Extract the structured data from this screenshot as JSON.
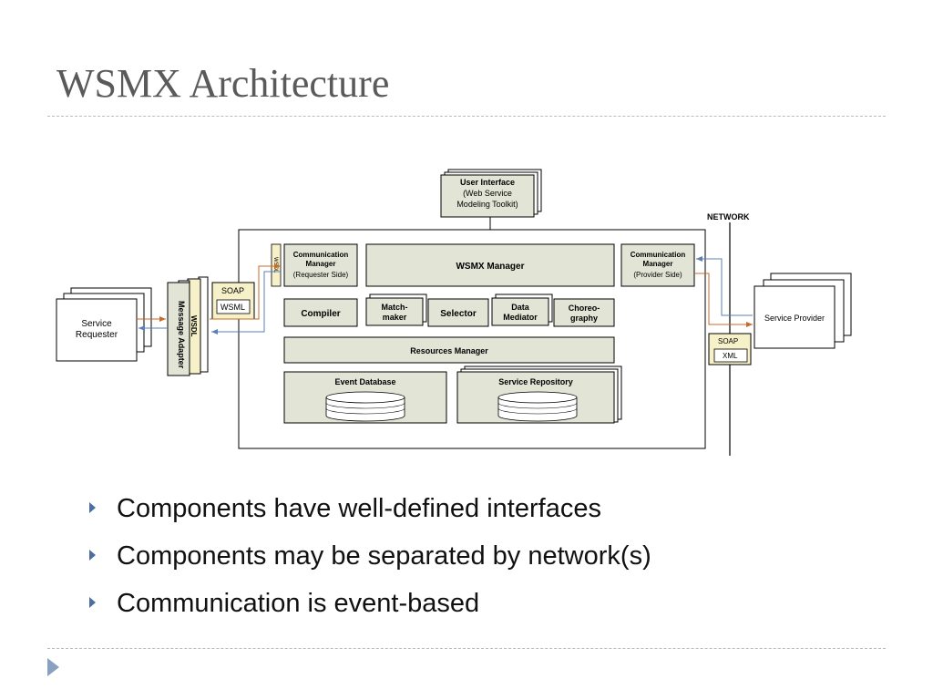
{
  "slide": {
    "title": "WSMX Architecture",
    "bullets": [
      "Components have well-defined interfaces",
      "Components may be separated by network(s)",
      "Communication is event-based"
    ]
  },
  "diagram": {
    "user_interface": [
      "User Interface",
      "(Web Service",
      "Modeling Toolkit)"
    ],
    "network_label": "NETWORK",
    "service_requester": [
      "Service",
      "Requester"
    ],
    "message_adapter": "Message Adapter",
    "wsdl_left": "WSDL",
    "wsdl_small": "WSDL",
    "soap_left": "SOAP",
    "wsml_label": "WSML",
    "comm_manager_requester": [
      "Communication",
      "Manager",
      "(Requester Side)"
    ],
    "wsmx_manager": "WSMX Manager",
    "comm_manager_provider": [
      "Communication",
      "Manager",
      "(Provider Side)"
    ],
    "compiler": "Compiler",
    "matchmaker": [
      "Match-",
      "maker"
    ],
    "selector": "Selector",
    "data_mediator": [
      "Data",
      "Mediator"
    ],
    "choreography": [
      "Choreo-",
      "graphy"
    ],
    "resources_manager": "Resources Manager",
    "event_database": "Event Database",
    "service_repository": "Service Repository",
    "service_provider": "Service Provider",
    "soap_right": "SOAP",
    "xml_label": "XML"
  },
  "colors": {
    "title": "#5a5a5a",
    "component_fill": "#e2e4d6",
    "soap_fill": "#f6f1c8",
    "arrow_blue": "#5b7fb8",
    "arrow_orange": "#c86a2a",
    "bullet_marker": "#4d6e9e",
    "divider": "#b5bcc5"
  }
}
